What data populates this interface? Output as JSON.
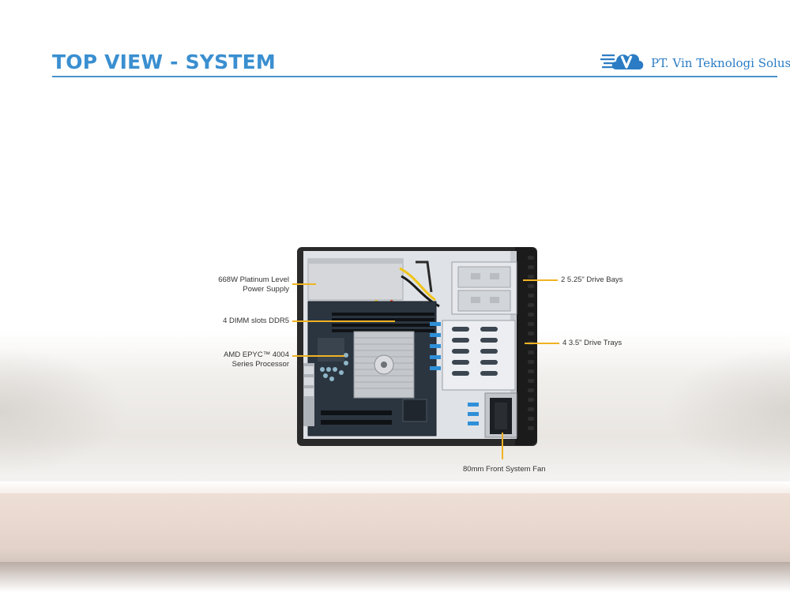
{
  "slide": {
    "title": "TOP VIEW - SYSTEM",
    "logo": {
      "company": "PT. Vin Teknologi Solusi",
      "icon": "cloud-v-logo-icon",
      "accent_color": "#2b7cc4"
    },
    "accent_color": "#3a8fd0",
    "leader_color": "#f0b323"
  },
  "callouts": {
    "psu_line1": "668W Platinum Level",
    "psu_line2": "Power Supply",
    "dimm": "4 DIMM slots DDR5",
    "cpu_line1": "AMD EPYC™ 4004",
    "cpu_line2": "Series Processor",
    "drive_bays": "2 5.25\" Drive Bays",
    "drive_trays": "4 3.5\" Drive Trays",
    "fan": "80mm Front System Fan"
  }
}
